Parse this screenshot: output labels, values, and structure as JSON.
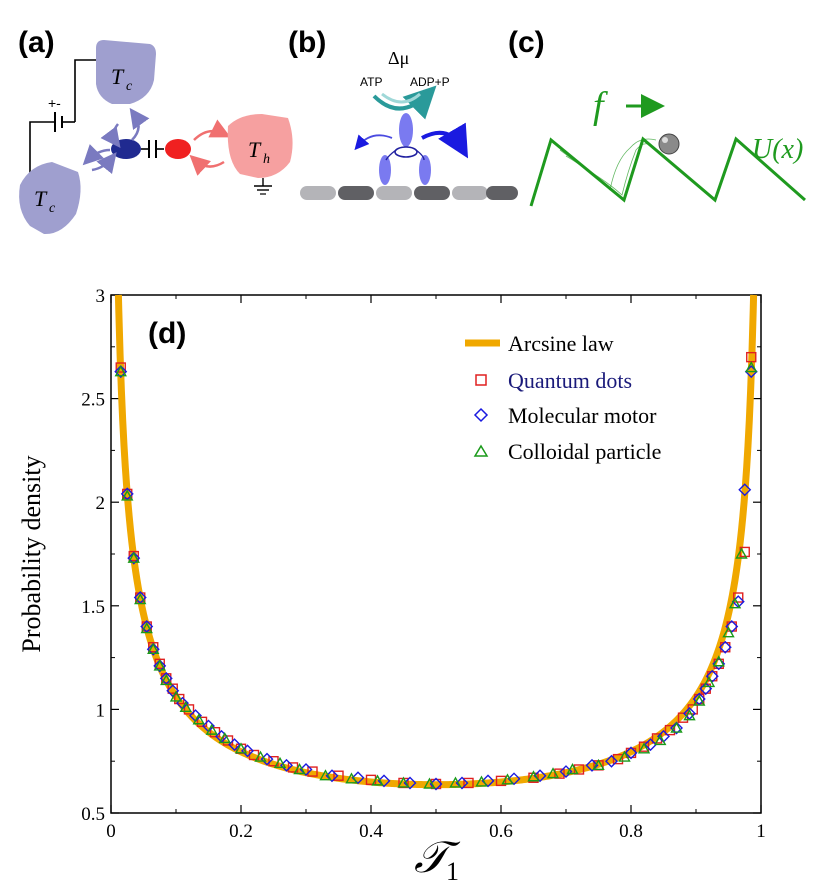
{
  "panels": {
    "a": {
      "label": "(a)",
      "tc_top": "T",
      "tc_top_sub": "c",
      "tc_bottom": "T",
      "tc_bottom_sub": "c",
      "th": "T",
      "th_sub": "h",
      "battery": "+-"
    },
    "b": {
      "label": "(b)",
      "dmu": "Δμ",
      "atp": "ATP",
      "adp": "ADP+P"
    },
    "c": {
      "label": "(c)",
      "force": "f",
      "potential": "U(x)"
    },
    "d": {
      "label": "(d)"
    }
  },
  "colors": {
    "arcsine": "#f0a800",
    "quantum_dots": "#e02020",
    "molecular_motor": "#1a1ae0",
    "colloidal": "#1a9a1a",
    "cold_bath": "#9f9fcf",
    "hot_bath": "#f6a0a0",
    "dot_blue": "#202a90",
    "dot_red": "#f02020",
    "potential_green": "#1f9a1f"
  },
  "chart_data": {
    "type": "scatter",
    "xlabel": "𝒯",
    "xlabel_sub": "1",
    "ylabel": "Probability density",
    "xlim": [
      0,
      1
    ],
    "ylim": [
      0.5,
      3
    ],
    "xticks": [
      "0",
      "0.2",
      "0.4",
      "0.6",
      "0.8",
      "1"
    ],
    "yticks": [
      "0.5",
      "1",
      "1.5",
      "2",
      "2.5",
      "3"
    ],
    "xtick_values": [
      0,
      0.2,
      0.4,
      0.6,
      0.8,
      1
    ],
    "ytick_values": [
      0.5,
      1,
      1.5,
      2,
      2.5,
      3
    ],
    "legend_position": "top-right",
    "curve": {
      "name": "Arcsine law",
      "formula": "1/(pi*sqrt(x*(1-x)))"
    },
    "series": [
      {
        "name": "Quantum dots",
        "marker": "square",
        "x": [
          0.015,
          0.025,
          0.035,
          0.045,
          0.055,
          0.065,
          0.075,
          0.085,
          0.095,
          0.105,
          0.12,
          0.14,
          0.16,
          0.18,
          0.2,
          0.22,
          0.25,
          0.28,
          0.31,
          0.35,
          0.4,
          0.45,
          0.5,
          0.55,
          0.6,
          0.65,
          0.69,
          0.72,
          0.75,
          0.78,
          0.8,
          0.82,
          0.84,
          0.86,
          0.88,
          0.895,
          0.905,
          0.915,
          0.925,
          0.935,
          0.945,
          0.955,
          0.965,
          0.975,
          0.985
        ],
        "y": [
          2.65,
          2.04,
          1.74,
          1.54,
          1.4,
          1.3,
          1.22,
          1.15,
          1.1,
          1.05,
          1.0,
          0.94,
          0.89,
          0.85,
          0.81,
          0.78,
          0.75,
          0.72,
          0.7,
          0.68,
          0.66,
          0.645,
          0.64,
          0.645,
          0.655,
          0.67,
          0.69,
          0.71,
          0.73,
          0.76,
          0.79,
          0.82,
          0.86,
          0.9,
          0.96,
          1.0,
          1.05,
          1.1,
          1.16,
          1.22,
          1.3,
          1.4,
          1.54,
          1.76,
          2.7
        ]
      },
      {
        "name": "Molecular motor",
        "marker": "diamond",
        "x": [
          0.015,
          0.025,
          0.035,
          0.045,
          0.055,
          0.065,
          0.075,
          0.085,
          0.095,
          0.11,
          0.13,
          0.15,
          0.17,
          0.19,
          0.21,
          0.24,
          0.27,
          0.3,
          0.34,
          0.38,
          0.42,
          0.46,
          0.5,
          0.54,
          0.58,
          0.62,
          0.66,
          0.7,
          0.74,
          0.77,
          0.8,
          0.83,
          0.85,
          0.87,
          0.89,
          0.905,
          0.915,
          0.925,
          0.935,
          0.945,
          0.955,
          0.965,
          0.975,
          0.985
        ],
        "y": [
          2.63,
          2.04,
          1.73,
          1.54,
          1.4,
          1.29,
          1.21,
          1.15,
          1.09,
          1.03,
          0.97,
          0.92,
          0.87,
          0.83,
          0.8,
          0.76,
          0.73,
          0.71,
          0.68,
          0.67,
          0.655,
          0.645,
          0.64,
          0.645,
          0.655,
          0.665,
          0.68,
          0.7,
          0.73,
          0.75,
          0.79,
          0.83,
          0.87,
          0.91,
          0.98,
          1.05,
          1.1,
          1.16,
          1.22,
          1.3,
          1.4,
          1.52,
          2.06,
          2.63
        ]
      },
      {
        "name": "Colloidal particle",
        "marker": "triangle",
        "x": [
          0.015,
          0.025,
          0.035,
          0.045,
          0.055,
          0.065,
          0.075,
          0.085,
          0.1,
          0.115,
          0.135,
          0.155,
          0.175,
          0.2,
          0.23,
          0.26,
          0.29,
          0.33,
          0.37,
          0.41,
          0.45,
          0.49,
          0.53,
          0.57,
          0.61,
          0.65,
          0.68,
          0.71,
          0.75,
          0.79,
          0.82,
          0.845,
          0.87,
          0.89,
          0.905,
          0.92,
          0.935,
          0.95,
          0.96,
          0.97,
          0.985
        ],
        "y": [
          2.63,
          2.03,
          1.73,
          1.53,
          1.39,
          1.29,
          1.21,
          1.14,
          1.06,
          1.01,
          0.95,
          0.9,
          0.86,
          0.81,
          0.77,
          0.74,
          0.71,
          0.68,
          0.665,
          0.655,
          0.645,
          0.64,
          0.645,
          0.65,
          0.66,
          0.675,
          0.69,
          0.71,
          0.73,
          0.77,
          0.81,
          0.85,
          0.91,
          0.97,
          1.04,
          1.13,
          1.23,
          1.37,
          1.51,
          1.75,
          2.65
        ]
      }
    ]
  }
}
